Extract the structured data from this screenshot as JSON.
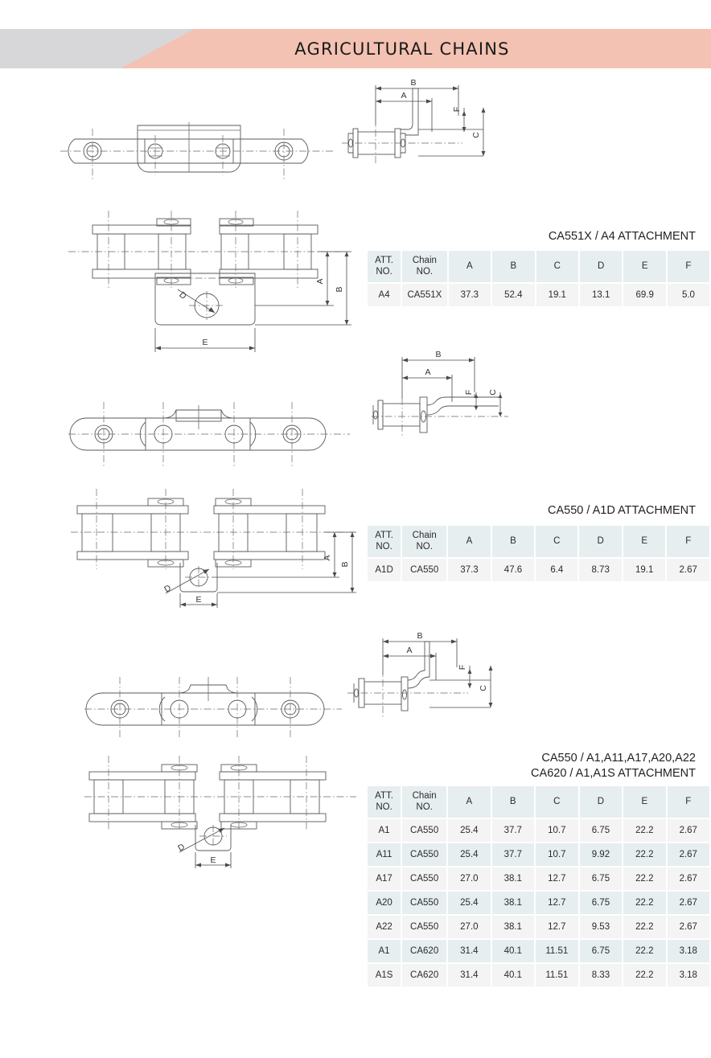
{
  "banner": {
    "title": "AGRICULTURAL CHAINS",
    "gray_color": "#d7d7d9",
    "peach_color": "#f3c2b2"
  },
  "dimension_labels": {
    "A": "A",
    "B": "B",
    "C": "C",
    "D": "D",
    "E": "E",
    "F": "F"
  },
  "sections": [
    {
      "id": "ca551x-a4",
      "title": "CA551X / A4 ATTACHMENT",
      "table": {
        "headers": [
          "ATT.\nNO.",
          "Chain\nNO.",
          "A",
          "B",
          "C",
          "D",
          "E",
          "F"
        ],
        "rows": [
          [
            "A4",
            "CA551X",
            "37.3",
            "52.4",
            "19.1",
            "13.1",
            "69.9",
            "5.0"
          ]
        ]
      }
    },
    {
      "id": "ca550-a1d",
      "title": "CA550 / A1D ATTACHMENT",
      "table": {
        "headers": [
          "ATT.\nNO.",
          "Chain\nNO.",
          "A",
          "B",
          "C",
          "D",
          "E",
          "F"
        ],
        "rows": [
          [
            "A1D",
            "CA550",
            "37.3",
            "47.6",
            "6.4",
            "8.73",
            "19.1",
            "2.67"
          ]
        ]
      }
    },
    {
      "id": "ca550-ca620-multi",
      "title": "CA550 / A1,A11,A17,A20,A22\nCA620 / A1,A1S ATTACHMENT",
      "table": {
        "headers": [
          "ATT.\nNO.",
          "Chain\nNO.",
          "A",
          "B",
          "C",
          "D",
          "E",
          "F"
        ],
        "rows": [
          [
            "A1",
            "CA550",
            "25.4",
            "37.7",
            "10.7",
            "6.75",
            "22.2",
            "2.67"
          ],
          [
            "A11",
            "CA550",
            "25.4",
            "37.7",
            "10.7",
            "9.92",
            "22.2",
            "2.67"
          ],
          [
            "A17",
            "CA550",
            "27.0",
            "38.1",
            "12.7",
            "6.75",
            "22.2",
            "2.67"
          ],
          [
            "A20",
            "CA550",
            "25.4",
            "38.1",
            "12.7",
            "6.75",
            "22.2",
            "2.67"
          ],
          [
            "A22",
            "CA550",
            "27.0",
            "38.1",
            "12.7",
            "9.53",
            "22.2",
            "2.67"
          ],
          [
            "A1",
            "CA620",
            "31.4",
            "40.1",
            "11.51",
            "6.75",
            "22.2",
            "3.18"
          ],
          [
            "A1S",
            "CA620",
            "31.4",
            "40.1",
            "11.51",
            "8.33",
            "22.2",
            "3.18"
          ]
        ]
      }
    }
  ],
  "colors": {
    "table_header_bg": "#e6eef0",
    "table_row_bg": "#f4f4f4",
    "line_color": "#5a5a5a"
  }
}
